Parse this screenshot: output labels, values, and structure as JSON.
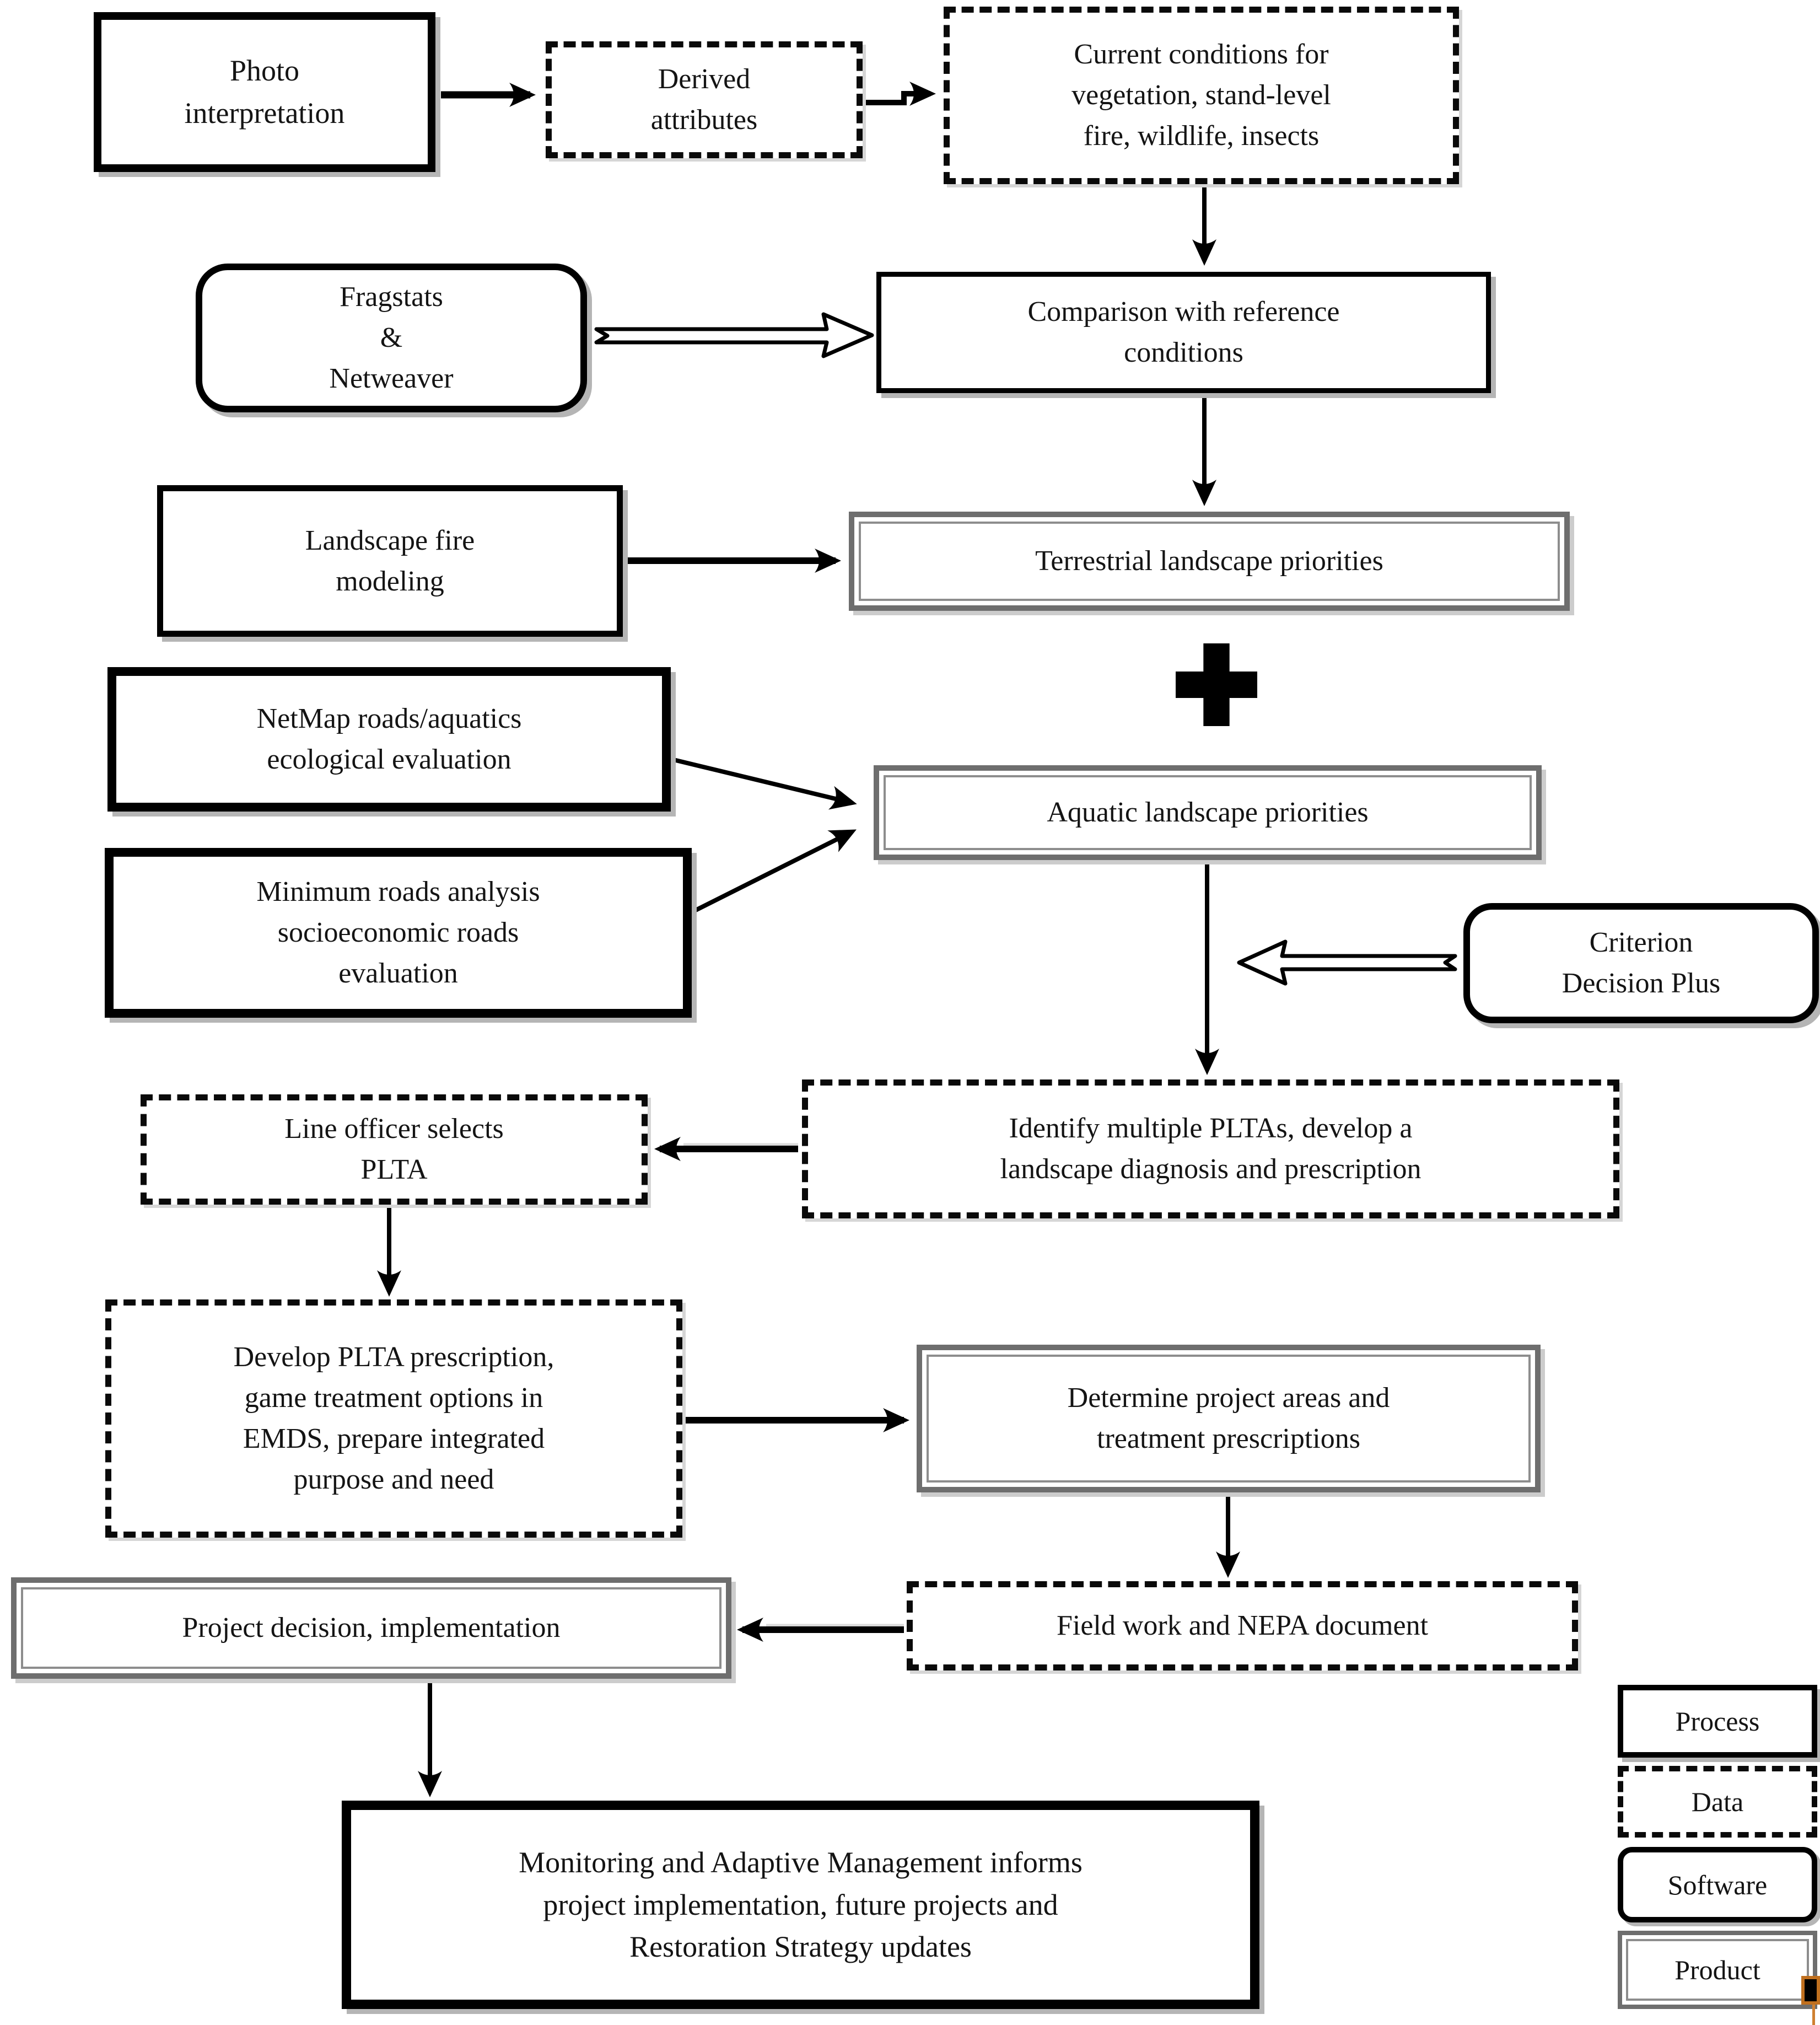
{
  "nodes": {
    "photo_interpretation": {
      "type": "process",
      "lines": [
        "Photo",
        "interpretation"
      ]
    },
    "derived_attributes": {
      "type": "data",
      "lines": [
        "Derived",
        "attributes"
      ]
    },
    "current_conditions": {
      "type": "data",
      "lines": [
        "Current conditions for",
        "vegetation, stand-level",
        "fire, wildlife, insects"
      ]
    },
    "fragstats_netweaver": {
      "type": "software",
      "lines": [
        "Fragstats",
        "&",
        "Netweaver"
      ]
    },
    "comparison_reference": {
      "type": "process",
      "lines": [
        "Comparison with reference",
        "conditions"
      ]
    },
    "landscape_fire_modeling": {
      "type": "process",
      "lines": [
        "Landscape fire",
        "modeling"
      ]
    },
    "terrestrial_priorities": {
      "type": "product",
      "lines": [
        "Terrestrial landscape priorities"
      ]
    },
    "netmap_evaluation": {
      "type": "process",
      "lines": [
        "NetMap roads/aquatics",
        "ecological evaluation"
      ]
    },
    "aquatic_priorities": {
      "type": "product",
      "lines": [
        "Aquatic landscape priorities"
      ]
    },
    "minimum_roads": {
      "type": "process",
      "lines": [
        "Minimum roads analysis",
        "socioeconomic roads",
        "evaluation"
      ]
    },
    "criterion_decision_plus": {
      "type": "software",
      "lines": [
        "Criterion",
        "Decision Plus"
      ]
    },
    "identify_pltas": {
      "type": "data",
      "lines": [
        "Identify multiple PLTAs, develop a",
        "landscape diagnosis and prescription"
      ]
    },
    "line_officer_selects": {
      "type": "data",
      "lines": [
        "Line officer selects",
        "PLTA"
      ]
    },
    "develop_plta": {
      "type": "data",
      "lines": [
        "Develop PLTA prescription,",
        "game treatment options in",
        "EMDS, prepare integrated",
        "purpose and need"
      ]
    },
    "determine_project_areas": {
      "type": "product",
      "lines": [
        "Determine project areas and",
        "treatment prescriptions"
      ]
    },
    "field_work_nepa": {
      "type": "data",
      "lines": [
        "Field work and NEPA document"
      ]
    },
    "project_decision": {
      "type": "product",
      "lines": [
        "Project decision, implementation"
      ]
    },
    "monitoring_adaptive": {
      "type": "process",
      "lines": [
        "Monitoring and Adaptive Management informs",
        "project implementation, future projects and",
        "Restoration Strategy updates"
      ]
    }
  },
  "combine_operator": "+",
  "legend": {
    "items": [
      {
        "label": "Process",
        "style": "process"
      },
      {
        "label": "Data",
        "style": "data"
      },
      {
        "label": "Software",
        "style": "software"
      },
      {
        "label": "Product",
        "style": "product"
      }
    ]
  },
  "colors": {
    "line": "#000000",
    "process_border": "#000000",
    "product_frame": "#6e6e6e",
    "shadow_gray": "#b5b5b5",
    "background": "#ffffff",
    "artifact_orange": "#c0701f"
  }
}
